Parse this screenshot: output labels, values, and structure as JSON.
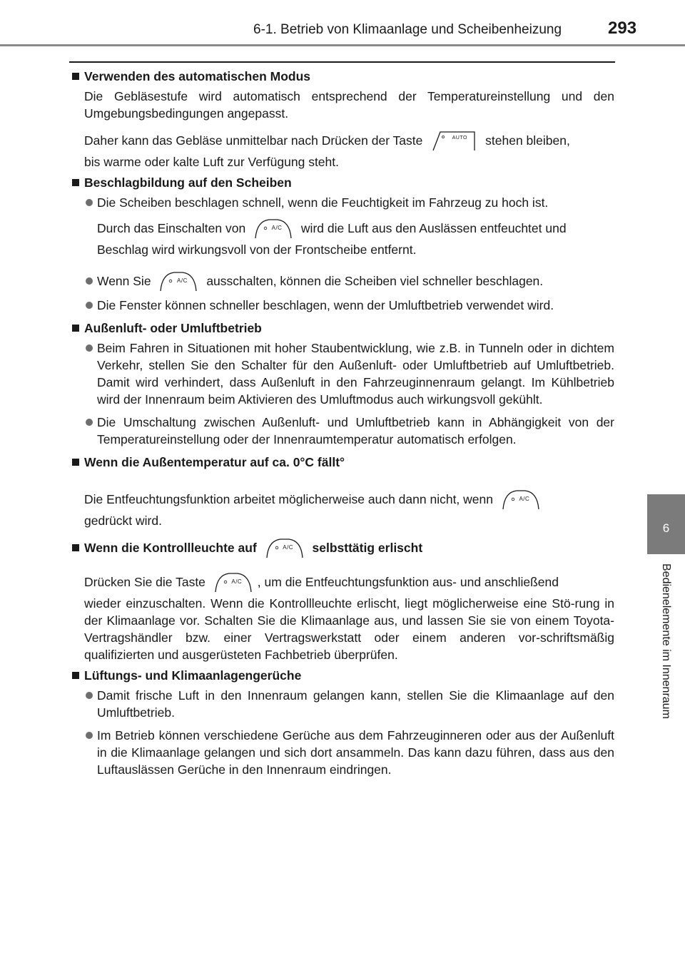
{
  "header": {
    "section": "6-1. Betrieb von Klimaanlage und Scheibenheizung",
    "page_number": "293"
  },
  "side_tab": {
    "number": "6",
    "label": "Bedienelemente im Innenraum"
  },
  "icons": {
    "auto": "AUTO",
    "ac": "A/C"
  },
  "sections": {
    "auto_mode": {
      "title": "Verwenden des automatischen Modus",
      "p1": "Die Gebläsestufe wird automatisch entsprechend der Temperatureinstellung und den Umgebungsbedingungen angepasst.",
      "p2_before": "Daher kann das Gebläse unmittelbar nach Drücken der Taste",
      "p2_after": "stehen bleiben,",
      "p2_tail": "bis warme oder kalte Luft zur Verfügung steht."
    },
    "fogging": {
      "title": "Beschlagbildung auf den Scheiben",
      "b1_line1": "Die Scheiben beschlagen schnell, wenn die Feuchtigkeit im Fahrzeug zu hoch ist.",
      "b1_before": "Durch das Einschalten von",
      "b1_after": "wird die Luft aus den Auslässen entfeuchtet und",
      "b1_tail": "Beschlag wird wirkungsvoll von der Frontscheibe entfernt.",
      "b2_before": "Wenn Sie",
      "b2_after": "ausschalten, können die Scheiben viel schneller beschlagen.",
      "b3": "Die Fenster können schneller beschlagen, wenn der Umluftbetrieb verwendet wird."
    },
    "recirc": {
      "title": "Außenluft- oder Umluftbetrieb",
      "b1": "Beim Fahren in Situationen mit hoher Staubentwicklung, wie z.B. in Tunneln oder in dichtem Verkehr, stellen Sie den Schalter für den Außenluft- oder Umluftbetrieb auf Umluftbetrieb. Damit wird verhindert, dass Außenluft in den Fahrzeuginnenraum gelangt. Im Kühlbetrieb wird der Innenraum beim Aktivieren des Umluftmodus auch wirkungsvoll gekühlt.",
      "b2": "Die Umschaltung zwischen Außenluft- und Umluftbetrieb kann in Abhängigkeit von der Temperatureinstellung oder der Innenraumtemperatur automatisch erfolgen."
    },
    "cold": {
      "title": "Wenn die Außentemperatur auf ca. 0°C fällt°",
      "p_before": "Die Entfeuchtungsfunktion arbeitet möglicherweise auch dann nicht, wenn",
      "p_tail": "gedrückt wird."
    },
    "indicator": {
      "title_before": "Wenn die Kontrollleuchte auf",
      "title_after": "selbsttätig erlischt",
      "p_before": "Drücken Sie die Taste",
      "p_after": ", um die Entfeuchtungsfunktion aus- und anschließend",
      "p_tail": "wieder einzuschalten. Wenn die Kontrollleuchte erlischt, liegt möglicherweise eine Stö-rung in der Klimaanlage vor. Schalten Sie die Klimaanlage aus, und lassen Sie sie von einem Toyota-Vertragshändler bzw. einer Vertragswerkstatt oder einem anderen vor-schriftsmäßig qualifizierten und ausgerüsteten Fachbetrieb überprüfen."
    },
    "odors": {
      "title": "Lüftungs- und Klimaanlagengerüche",
      "b1": "Damit frische Luft in den Innenraum gelangen kann, stellen Sie die Klimaanlage auf den Umluftbetrieb.",
      "b2": "Im Betrieb können verschiedene Gerüche aus dem Fahrzeuginneren oder aus der Außenluft in die Klimaanlage gelangen und sich dort ansammeln. Das kann dazu führen, dass aus den Luftauslässen Gerüche in den Innenraum eindringen."
    }
  }
}
